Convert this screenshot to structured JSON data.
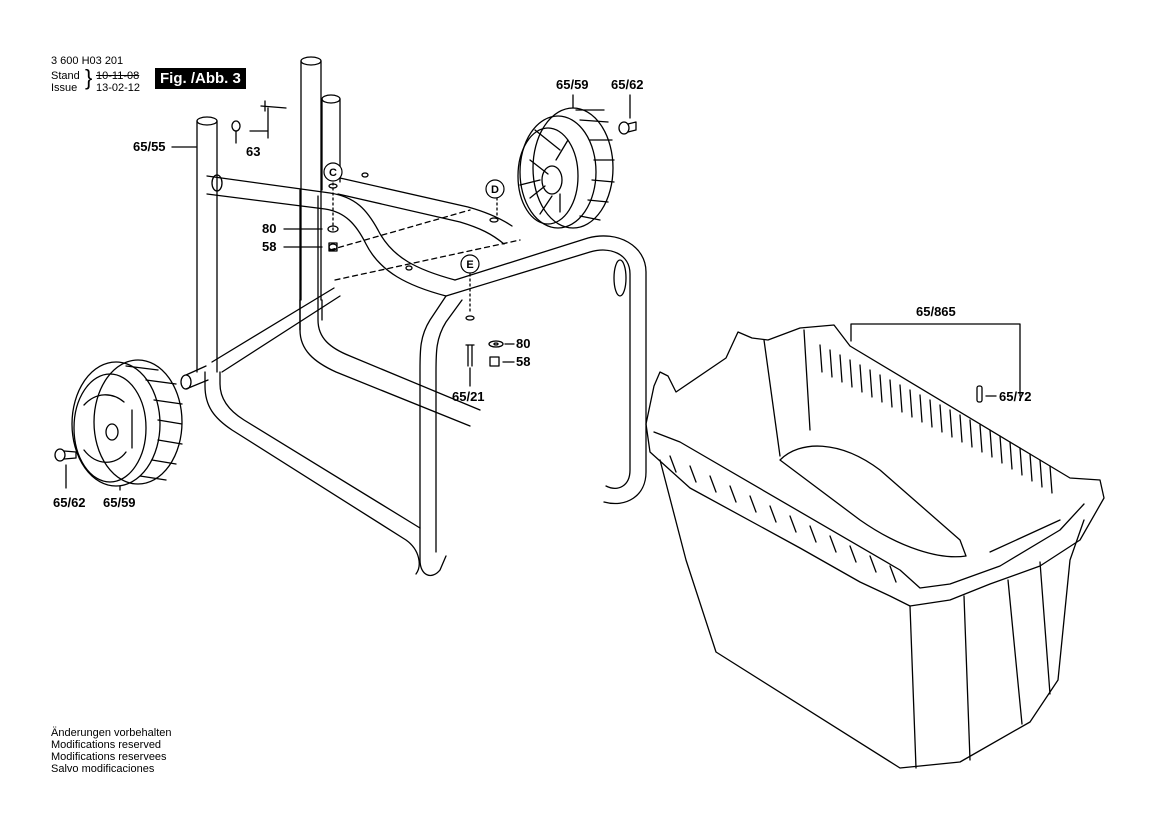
{
  "header": {
    "part_number": "3 600 H03 201",
    "stand_label": "Stand",
    "stand_date": "10-11-08",
    "issue_label": "Issue",
    "issue_date": "13-02-12",
    "figure": "Fig. /Abb. 3"
  },
  "labels": {
    "l_63": "63",
    "l_65_55": "65/55",
    "l_80_a": "80",
    "l_58_a": "58",
    "l_65_59_top": "65/59",
    "l_65_62_top": "65/62",
    "l_80_b": "80",
    "l_58_b": "58",
    "l_65_21": "65/21",
    "l_65_865": "65/865",
    "l_65_72": "65/72",
    "l_65_62_bottom": "65/62",
    "l_65_59_bottom": "65/59"
  },
  "callouts": {
    "c": "C",
    "d": "D",
    "e": "E"
  },
  "notes": [
    "Änderungen vorbehalten",
    "Modifications reserved",
    "Modifications reservees",
    "Salvo modificaciones"
  ]
}
